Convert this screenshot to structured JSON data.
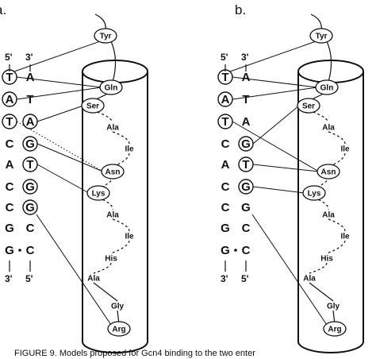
{
  "panels": [
    {
      "id": "a",
      "label": "a.",
      "strand_left": {
        "end_top": "5'",
        "end_bottom": "3'",
        "bases": [
          "T",
          "A",
          "T",
          "C",
          "A",
          "C",
          "C",
          "G",
          "G"
        ],
        "circled": [
          0,
          1,
          2
        ]
      },
      "strand_right": {
        "end_top": "3'",
        "end_bottom": "5'",
        "bases": [
          "A",
          "T",
          "A",
          "G",
          "T",
          "G",
          "G",
          "C",
          "C"
        ],
        "circled": [
          2,
          3,
          4,
          5,
          6
        ]
      },
      "pair_dot_row": 8,
      "helix_residues": [
        "Tyr",
        "Gln",
        "Ser",
        "Ala",
        "Ile",
        "Asn",
        "Lys",
        "Ala",
        "Ile",
        "His",
        "Ala",
        "Gly",
        "Arg"
      ],
      "ellipse_residues": [
        "Tyr",
        "Gln",
        "Ser",
        "Asn",
        "Lys",
        "Arg"
      ]
    },
    {
      "id": "b",
      "label": "b.",
      "strand_left": {
        "end_top": "5'",
        "end_bottom": "3'",
        "bases": [
          "T",
          "A",
          "T",
          "C",
          "A",
          "C",
          "C",
          "G",
          "G"
        ],
        "circled": [
          0,
          1,
          2
        ]
      },
      "strand_right": {
        "end_top": "3'",
        "end_bottom": "5'",
        "bases": [
          "A",
          "T",
          "A",
          "G",
          "T",
          "G",
          "G",
          "C",
          "C"
        ],
        "circled": [
          3,
          4,
          5
        ]
      },
      "pair_dot_row": 8,
      "helix_residues": [
        "Tyr",
        "Gln",
        "Ser",
        "Ala",
        "Ile",
        "Asn",
        "Lys",
        "Ala",
        "Ile",
        "His",
        "Ala",
        "Gly",
        "Arg"
      ],
      "ellipse_residues": [
        "Tyr",
        "Gln",
        "Ser",
        "Asn",
        "Lys",
        "Arg"
      ]
    }
  ],
  "caption": "FIGURE 9.   Models proposed for Gcn4 binding to the two enter"
}
